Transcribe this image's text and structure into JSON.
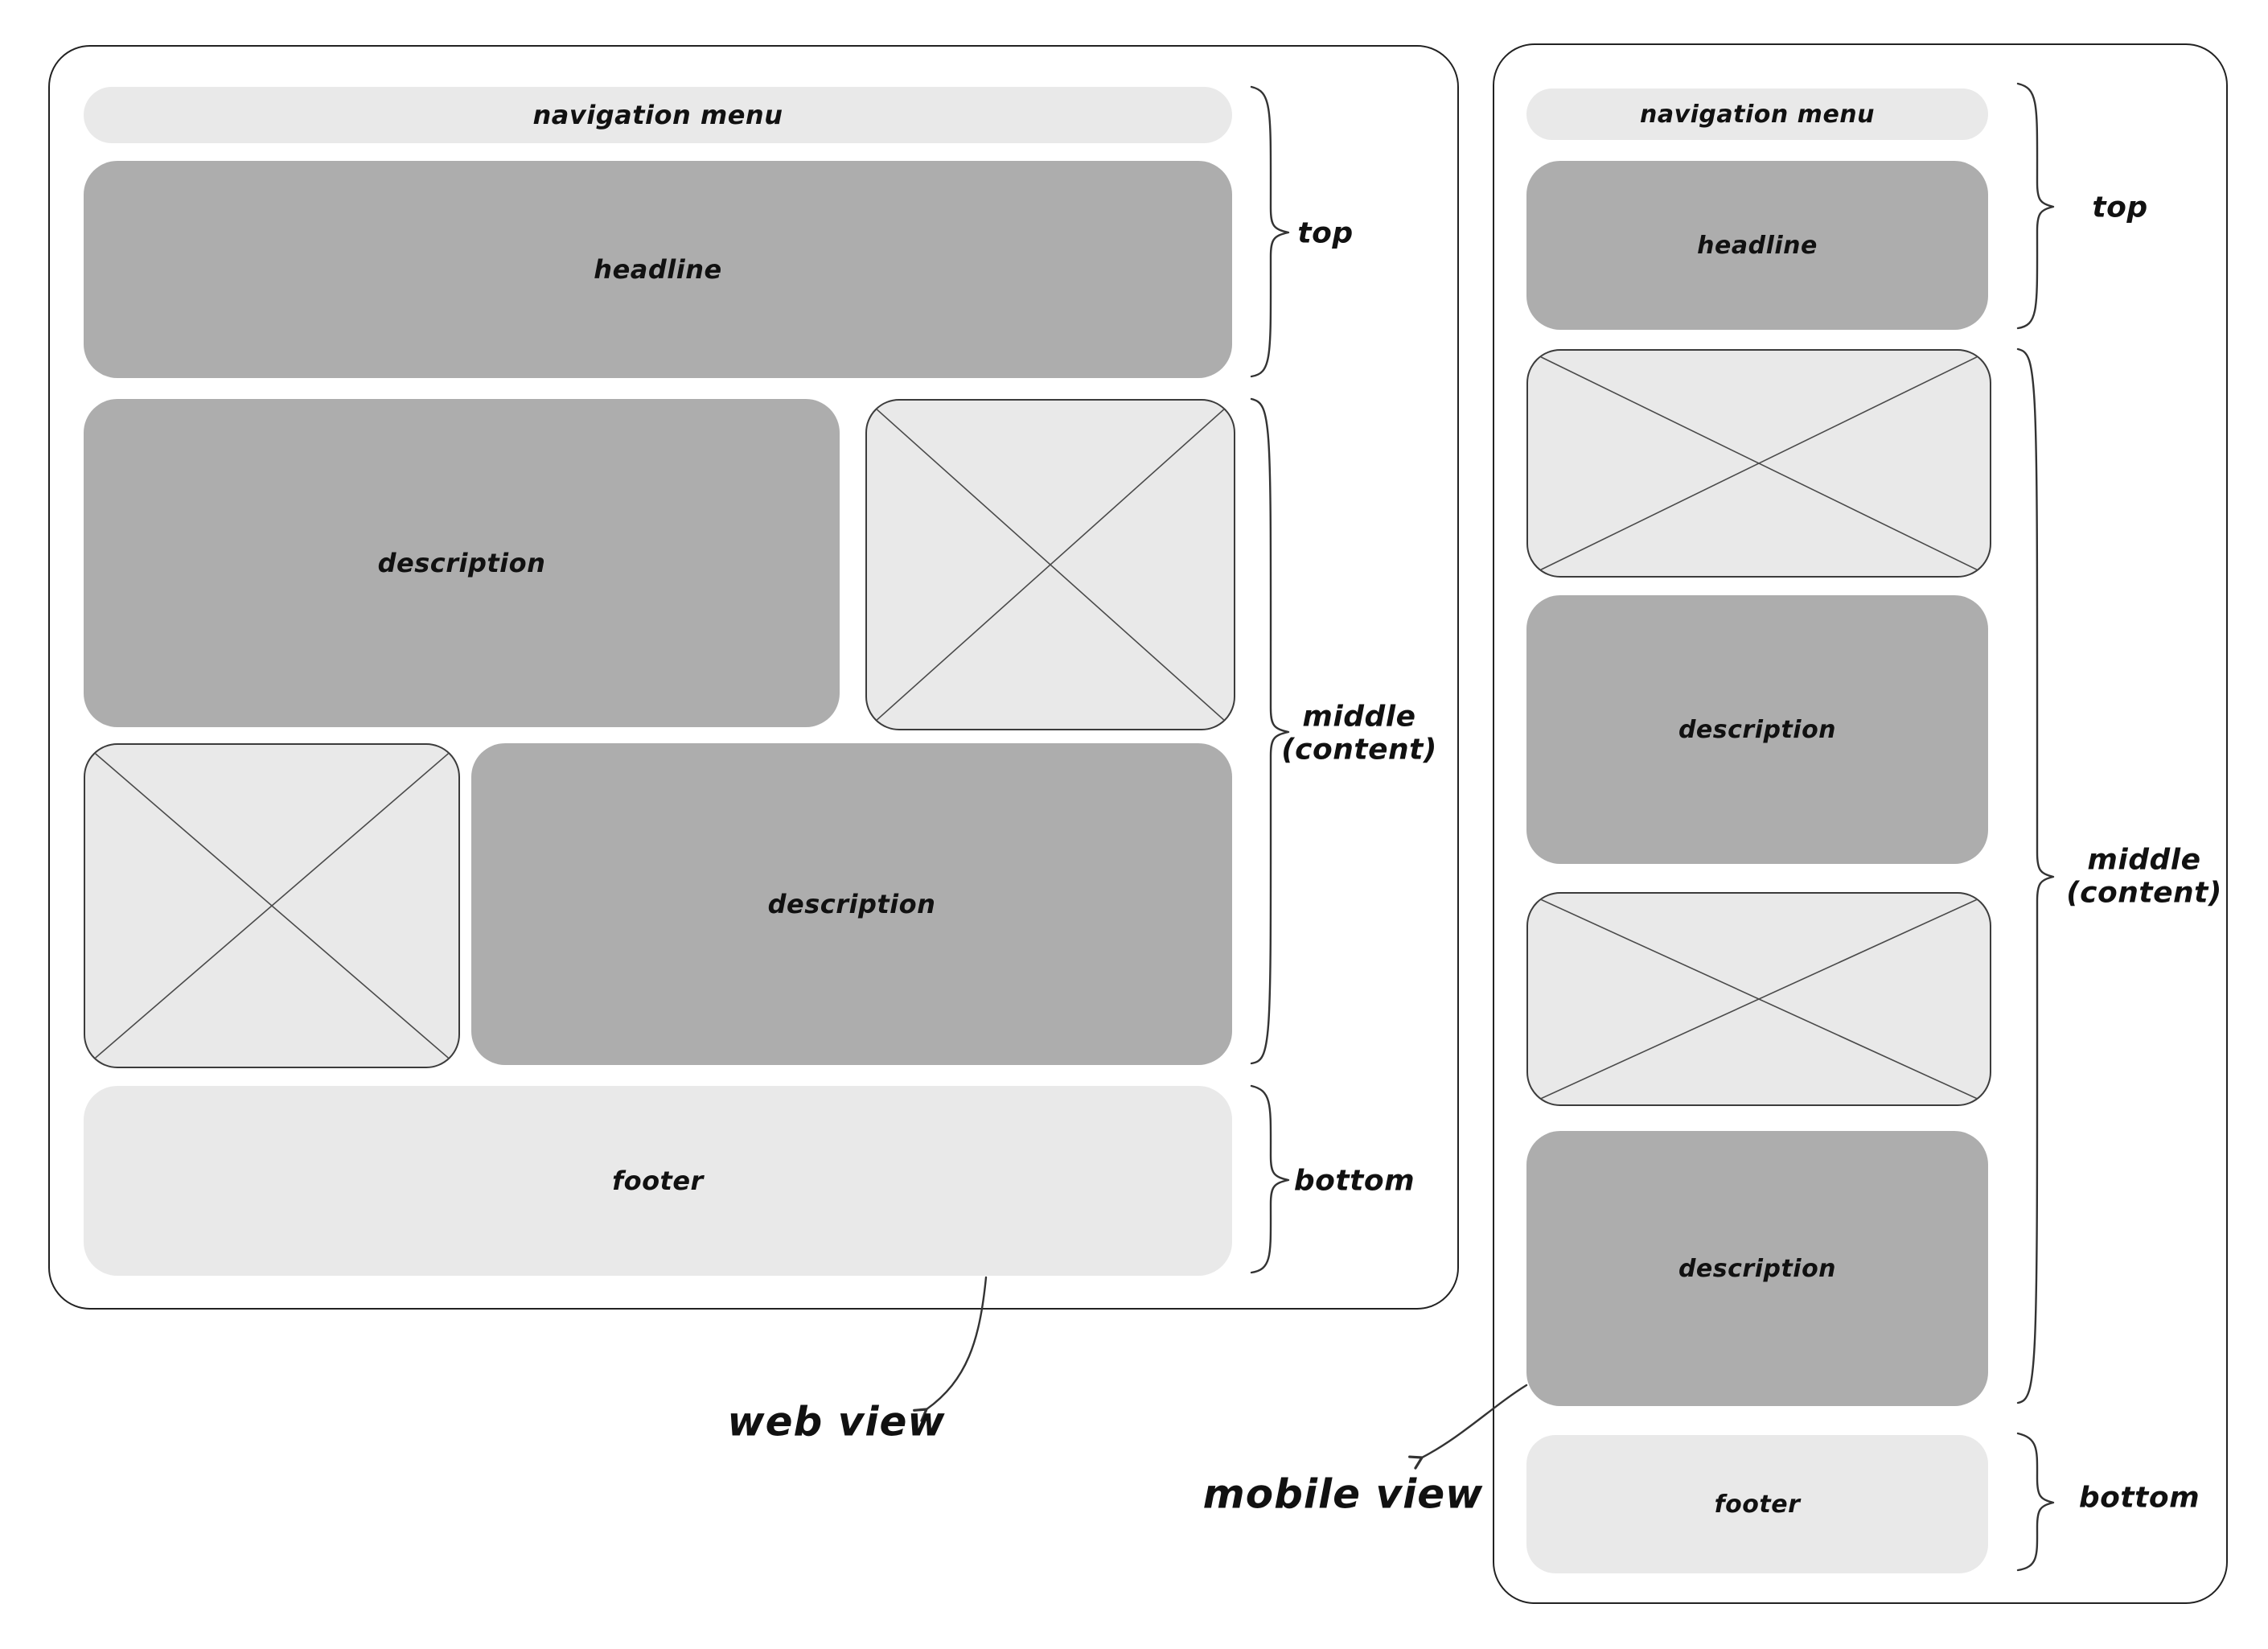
{
  "diagram": {
    "web": {
      "label": "web view",
      "nav": "navigation menu",
      "headline": "headline",
      "description_row1": "description",
      "description_row2": "description",
      "footer": "footer",
      "annotation_top": "top",
      "annotation_middle_line1": "middle",
      "annotation_middle_line2": "(content)",
      "annotation_bottom": "bottom"
    },
    "mobile": {
      "label": "mobile view",
      "nav": "navigation menu",
      "headline": "headline",
      "description_1": "description",
      "description_2": "description",
      "footer": "footer",
      "annotation_top": "top",
      "annotation_middle_line1": "middle",
      "annotation_middle_line2": "(content)",
      "annotation_bottom": "bottom"
    },
    "image_placeholder_icon": "crossed-box-image-placeholder",
    "colors": {
      "block_dark": "#adadad",
      "block_light": "#e9e9e9",
      "ink": "#111111",
      "line": "#222222"
    }
  }
}
